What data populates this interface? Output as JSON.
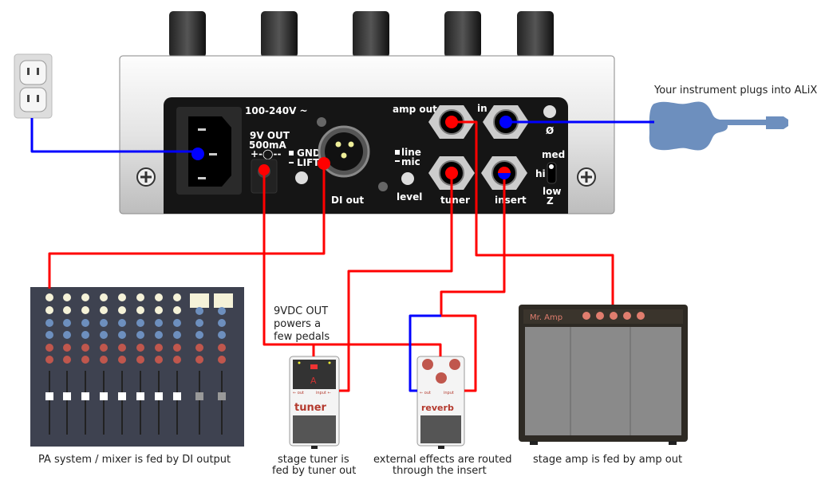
{
  "device": {
    "voltage": "100-240V ~",
    "nine_v_out": "9V OUT",
    "nine_v_current": "500mA",
    "polarity": "+-◯--",
    "gnd_lift": [
      "GND",
      "LIFT"
    ],
    "di_out": "DI out",
    "line_mic": [
      "line",
      "mic"
    ],
    "level": "level",
    "amp_out": "amp out",
    "in": "in",
    "phase": "Ø",
    "tuner": "tuner",
    "insert": "insert",
    "impedance": {
      "med": "med",
      "hi": "hi",
      "low": "low",
      "z": "Z"
    }
  },
  "labels": {
    "instrument": "Your instrument plugs into ALiX",
    "nine_vdc": [
      "9VDC OUT",
      "powers a",
      "few pedals"
    ],
    "mixer": "PA system / mixer is fed by DI output",
    "tuner": [
      "stage tuner is",
      "fed by tuner out"
    ],
    "effects": [
      "external effects are routed",
      "through the insert"
    ],
    "amp": "stage amp is fed by amp out"
  },
  "pedals": {
    "tuner": {
      "name": "tuner",
      "out": "← out",
      "input": "input ←",
      "display": "A"
    },
    "reverb": {
      "name": "reverb",
      "out": "← out",
      "input": "input"
    }
  },
  "amp_brand": "Mr. Amp",
  "colors": {
    "signal": "#ff0000",
    "power": "#0000ff",
    "panel": "#151515",
    "pedal_text": "#b43a2e"
  }
}
